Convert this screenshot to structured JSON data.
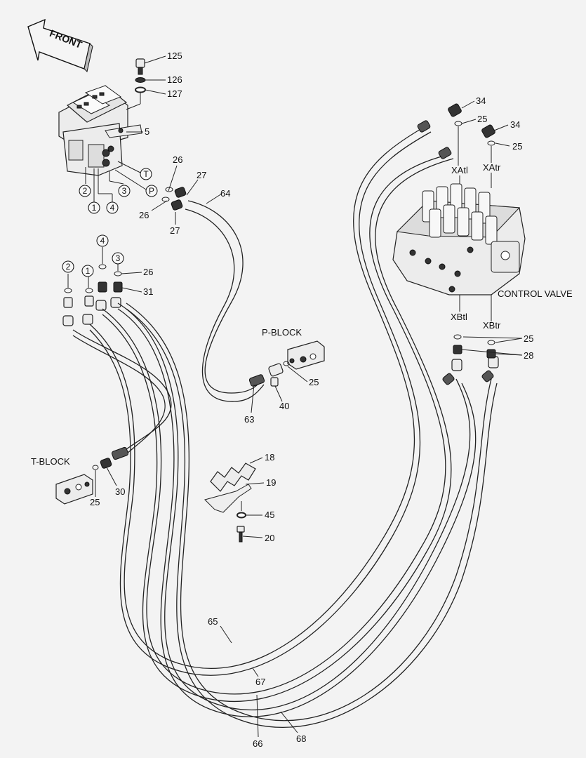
{
  "front_arrow": {
    "label": "FRONT"
  },
  "callouts": {
    "c125": "125",
    "c126": "126",
    "c127": "127",
    "c5": "5",
    "c26a": "26",
    "c27a": "27",
    "c64": "64",
    "c26b": "26",
    "c27b": "27",
    "c26c": "26",
    "c31": "31",
    "c34a": "34",
    "c25a": "25",
    "c34b": "34",
    "c25b": "25",
    "c25c": "25",
    "c28": "28",
    "c25d": "25",
    "c40": "40",
    "c63": "63",
    "c18": "18",
    "c19": "19",
    "c45": "45",
    "c20": "20",
    "c25e": "25",
    "c30": "30",
    "c65": "65",
    "c67": "67",
    "c66": "66",
    "c68": "68"
  },
  "port_circles": {
    "p2a": "2",
    "p1a": "1",
    "p4a": "4",
    "p3a": "3",
    "pT": "T",
    "pP": "P",
    "p2b": "2",
    "p1b": "1",
    "p4b": "4",
    "p3b": "3"
  },
  "block_labels": {
    "p_block": "P-BLOCK",
    "t_block": "T-BLOCK",
    "control_valve": "CONTROL VALVE",
    "xatl": "XAtl",
    "xatr": "XAtr",
    "xbtl": "XBtl",
    "xbtr": "XBtr"
  },
  "icons": [
    "front-arrow-icon",
    "pedal-valve-icon",
    "control-valve-icon",
    "p-block-icon",
    "t-block-icon",
    "clamp-icon",
    "bolt-icon"
  ]
}
